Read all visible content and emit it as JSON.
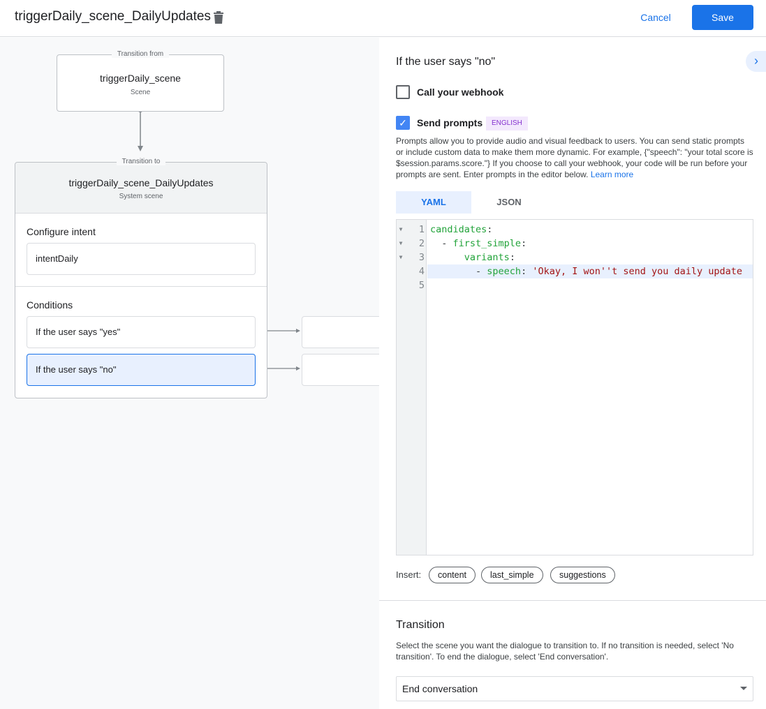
{
  "header": {
    "title": "triggerDaily_scene_DailyUpdates",
    "cancel_label": "Cancel",
    "save_label": "Save"
  },
  "canvas": {
    "from_node": {
      "legend": "Transition from",
      "name": "triggerDaily_scene",
      "type": "Scene"
    },
    "to_node": {
      "legend": "Transition to",
      "name": "triggerDaily_scene_DailyUpdates",
      "type": "System scene",
      "intent_heading": "Configure intent",
      "intent": "intentDaily",
      "conditions_heading": "Conditions",
      "conditions": [
        "If the user says \"yes\"",
        "If the user says \"no\""
      ]
    }
  },
  "panel": {
    "heading": "If the user says \"no\"",
    "webhook_label": "Call your webhook",
    "webhook_checked": false,
    "prompts_label": "Send prompts",
    "prompts_checked": true,
    "language_badge": "ENGLISH",
    "description": "Prompts allow you to provide audio and visual feedback to users. You can send static prompts or include custom data to make them more dynamic. For example, {\"speech\": \"your total score is $session.params.score.\"} If you choose to call your webhook, your code will be run before your prompts are sent. Enter prompts in the editor below.",
    "learn_more": "Learn more",
    "tabs": [
      "YAML",
      "JSON"
    ],
    "active_tab": "YAML",
    "code_lines": [
      {
        "num": "1",
        "indent": "",
        "key": "candidates",
        "colon": ":",
        "value": ""
      },
      {
        "num": "2",
        "indent": "  - ",
        "key": "first_simple",
        "colon": ":",
        "value": ""
      },
      {
        "num": "3",
        "indent": "      ",
        "key": "variants",
        "colon": ":",
        "value": ""
      },
      {
        "num": "4",
        "indent": "        - ",
        "key": "speech",
        "colon": ": ",
        "value": "'Okay, I won''t send you daily update"
      },
      {
        "num": "5",
        "indent": "",
        "key": "",
        "colon": "",
        "value": ""
      }
    ],
    "insert_label": "Insert:",
    "insert_chips": [
      "content",
      "last_simple",
      "suggestions"
    ],
    "transition_heading": "Transition",
    "transition_description": "Select the scene you want the dialogue to transition to. If no transition is needed, select 'No transition'. To end the dialogue, select 'End conversation'.",
    "transition_value": "End conversation"
  },
  "colors": {
    "accent": "#1a73e8",
    "key": "#22a33a",
    "string": "#a31515",
    "badge_bg": "#f3e8fd",
    "badge_text": "#8430ce"
  }
}
